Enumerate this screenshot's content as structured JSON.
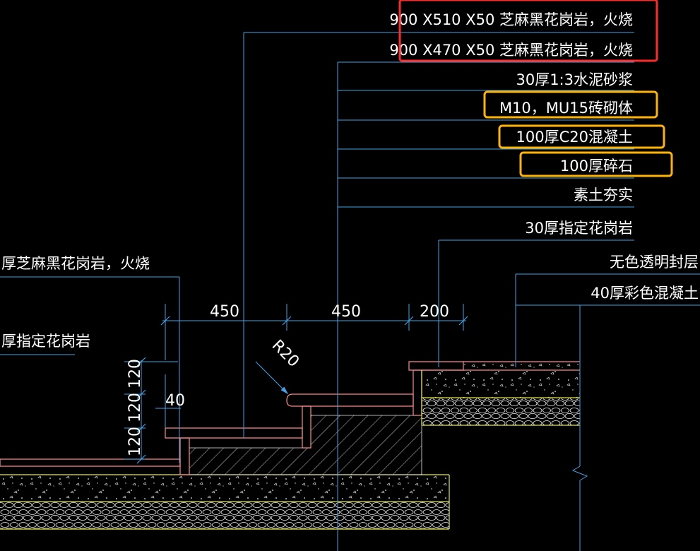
{
  "colors": {
    "background": "#000000",
    "leader": "#3fa4e8",
    "stone_outline": "#ff8a8a",
    "layer_outline": "#e6e84a",
    "highlight_red": "#ff2a2a",
    "highlight_orange": "#ffb300",
    "text": "#ffffff"
  },
  "labels": {
    "granite_510": "900 X510 X50 芝麻黑花岗岩，火烧",
    "granite_470": "900 X470 X50 芝麻黑花岗岩，火烧",
    "mortar": "30厚1:3水泥砂浆",
    "masonry": "M10，MU15砖砌体",
    "concrete": "100厚C20混凝土",
    "gravel": "100厚碎石",
    "soil": "素土夯实",
    "granite_30": "30厚指定花岗岩",
    "sealer": "无色透明封层",
    "color_concrete": "40厚彩色混凝土",
    "left_granite_fire": "厚芝麻黑花岗岩，火烧",
    "left_granite_spec": "厚指定花岗岩"
  },
  "dimensions": {
    "tread_1": "450",
    "tread_2": "450",
    "tread_3": "200",
    "radius": "R20",
    "nosing": "40",
    "riser_1": "120",
    "riser_2": "120",
    "riser_3": "120"
  }
}
